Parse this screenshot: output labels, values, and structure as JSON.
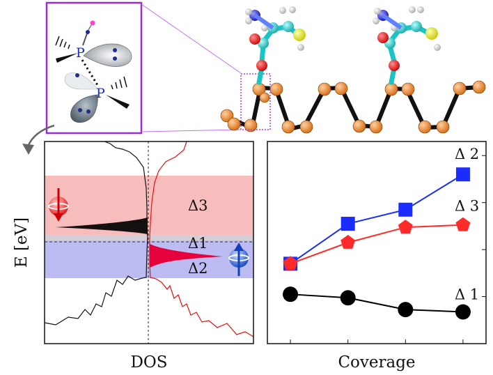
{
  "inset": {
    "atom_label_top": "P",
    "atom_label_bottom": "P"
  },
  "dos_panel": {
    "ylabel": "E [eV]",
    "xlabel": "DOS",
    "gap_labels": [
      "Δ3",
      "Δ1",
      "Δ2"
    ],
    "band_colors": {
      "upper": "#f5b3b3",
      "lower": "#b4b4ee",
      "spin_down": "#111111",
      "spin_up": "#e8003c"
    }
  },
  "chart_data": {
    "type": "line",
    "xlabel": "Coverage",
    "ylabel": "",
    "x": [
      1,
      2,
      3,
      4
    ],
    "series": [
      {
        "name": "Δ 2",
        "values": [
          3.4,
          5.1,
          5.7,
          7.2
        ],
        "color": "#1a2cff",
        "marker": "square"
      },
      {
        "name": "Δ 3",
        "values": [
          3.4,
          4.3,
          4.95,
          5.05
        ],
        "color": "#ff2a2a",
        "marker": "pentagon"
      },
      {
        "name": "Δ 1",
        "values": [
          2.1,
          1.95,
          1.45,
          1.35
        ],
        "color": "#000000",
        "marker": "circle"
      }
    ],
    "xlim": [
      0.6,
      4.4
    ],
    "ylim": [
      0,
      8.6
    ],
    "grid": false,
    "legend": "inline labels at line ends"
  }
}
